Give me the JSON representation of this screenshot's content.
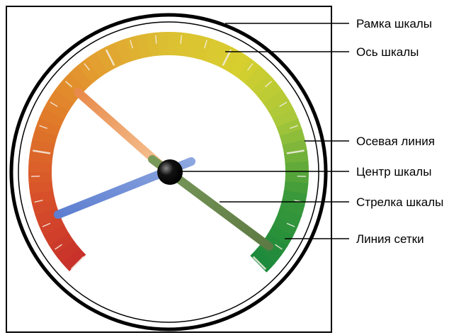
{
  "callouts": [
    {
      "id": "frame",
      "label": "Рамка шкалы"
    },
    {
      "id": "axis",
      "label": "Ось шкалы"
    },
    {
      "id": "axis-line",
      "label": "Осевая линия"
    },
    {
      "id": "center",
      "label": "Центр шкалы"
    },
    {
      "id": "needle",
      "label": "Стрелка шкалы"
    },
    {
      "id": "grid-line",
      "label": "Линия сетки"
    }
  ],
  "gauge": {
    "band_colors": [
      "#c8322a",
      "#d8522a",
      "#e07a2a",
      "#e3a030",
      "#dcc032",
      "#d8cf2e",
      "#a8c83a",
      "#3c9a3a",
      "#1e8a3c"
    ],
    "needle_colors": {
      "orange": "#f0a060",
      "blue": "#6a88d0",
      "green": "#6e8c50",
      "hub": "#000000"
    }
  }
}
